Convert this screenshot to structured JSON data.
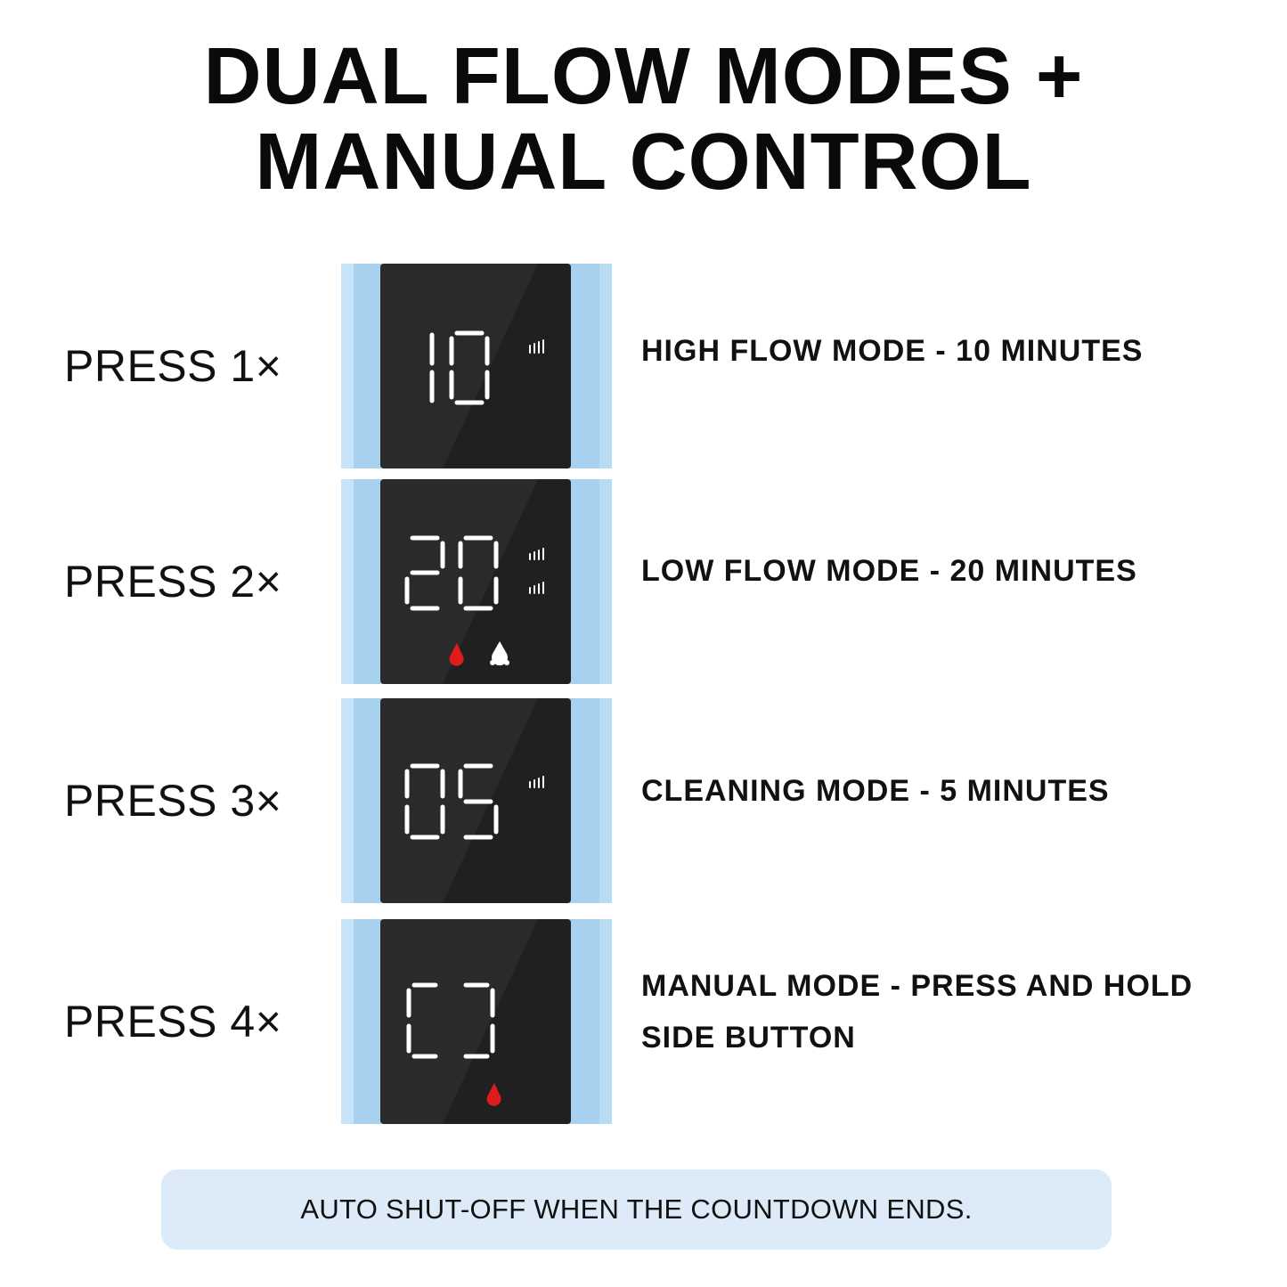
{
  "title": {
    "line1": "DUAL FLOW MODES +",
    "line2": "MANUAL CONTROL"
  },
  "rows": [
    {
      "press": "PRESS 1×",
      "display": "10",
      "desc_line1": "HIGH FLOW MODE - 10 MINUTES",
      "desc_line2": "",
      "icons": [
        "spray-icon"
      ]
    },
    {
      "press": "PRESS 2×",
      "display": "20",
      "desc_line1": "LOW FLOW MODE - 20 MINUTES",
      "desc_line2": "",
      "icons": [
        "spray-icon",
        "spray-icon",
        "red-drop-icon",
        "water-drop-icon"
      ]
    },
    {
      "press": "PRESS 3×",
      "display": "05",
      "desc_line1": "CLEANING MODE - 5 MINUTES",
      "desc_line2": "",
      "icons": [
        "spray-icon"
      ]
    },
    {
      "press": "PRESS 4×",
      "display": "CJ",
      "desc_line1": "MANUAL MODE - PRESS AND HOLD",
      "desc_line2": "SIDE BUTTON",
      "icons": [
        "red-drop-icon"
      ]
    }
  ],
  "footer": "AUTO SHUT-OFF WHEN THE COUNTDOWN ENDS.",
  "colors": {
    "panel_blue": "#a8d1f0",
    "screen": "#2a2a2a",
    "segment": "#ffffff",
    "alert_red": "#e01b1b",
    "footer_bg": "#dcebf7"
  }
}
